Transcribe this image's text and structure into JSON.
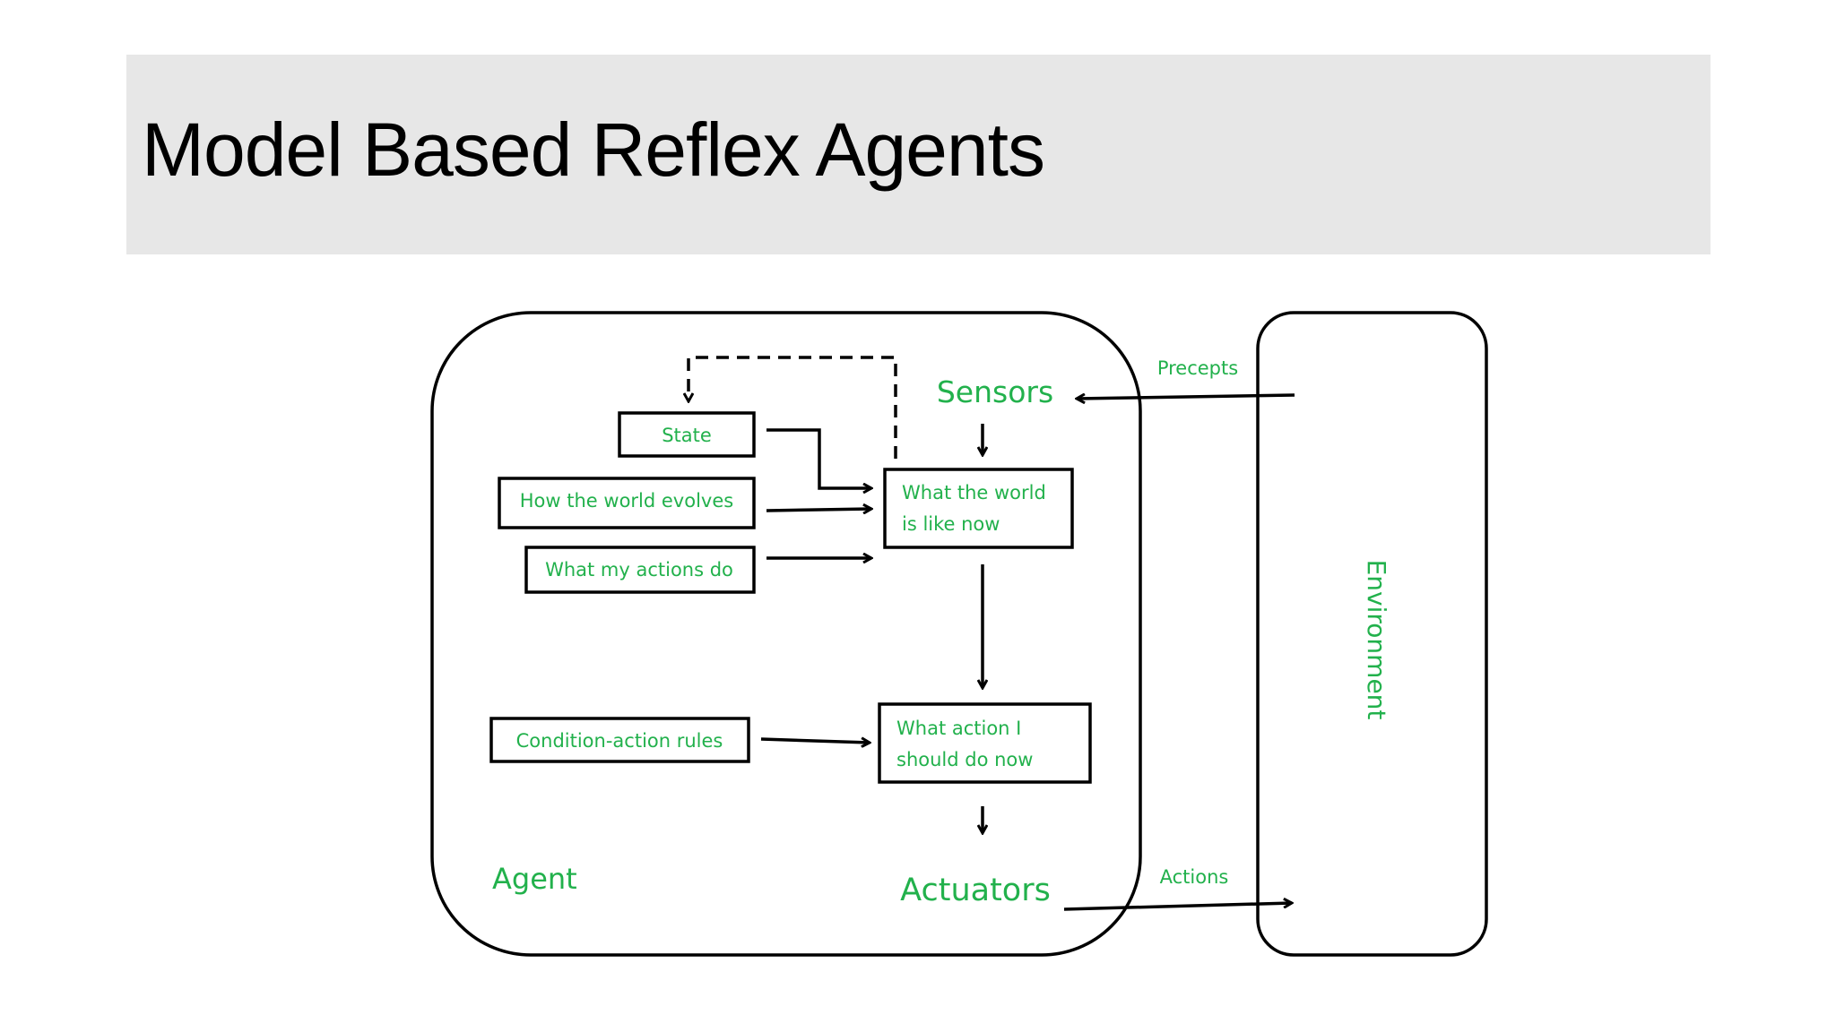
{
  "slide": {
    "title": "Model Based Reflex Agents"
  },
  "diagram": {
    "label_color": "#22b14c",
    "line_color": "#000000",
    "agent_label": "Agent",
    "environment_label": "Environment",
    "sensors": "Sensors",
    "actuators": "Actuators",
    "percepts": "Precepts",
    "actions": "Actions",
    "boxes": {
      "state": "State",
      "world_evolves": "How the world evolves",
      "actions_do": "What my actions do",
      "rules": "Condition-action rules",
      "world_now_line1": "What the world",
      "world_now_line2": "is like now",
      "action_now_line1": "What action I",
      "action_now_line2": "should do now"
    }
  }
}
